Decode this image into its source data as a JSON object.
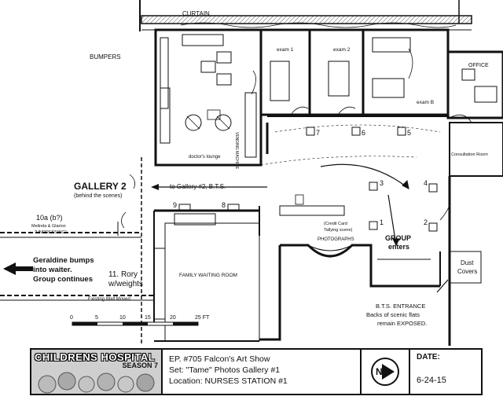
{
  "labels": {
    "curtain": "CURTAIN",
    "bumpers": "BUMPERS",
    "exam1": "exam 1",
    "exam2": "exam 2",
    "office": "OFFICE",
    "exam_b": "exam B",
    "vending": "VENDING MACHINE",
    "doctors_lounge": "doctor's lounge",
    "consultation": "Consultation Room",
    "gallery2": "GALLERY 2",
    "gallery2_sub": "(behind the scenes)",
    "to_gallery": "to Gallery #2, B.T.S.",
    "cue_10a": "10a (b?)",
    "cue_10a_sub1": "Melinda & Glarion",
    "cue_10a_sub2": "\"UNDRESSING\"",
    "credit_card1": "(Credit Card",
    "credit_card2": "Tallying scene)",
    "photographs": "PHOTOGRAPHS",
    "group_enters1": "GROUP",
    "group_enters2": "enters",
    "dust1": "Dust",
    "dust2": "Covers",
    "geraldine1": "Geraldine bumps",
    "geraldine2": "into waiter.",
    "geraldine3": "Group continues",
    "rory1": "11. Rory",
    "rory2": "w/weights",
    "family_waiting": "FAMILY WAITING ROOM",
    "existing_wall": "Existing Wall Moved",
    "bts1": "B.T.S. ENTRANCE",
    "bts2": "Backs of scenic flats",
    "bts3": "remain EXPOSED.",
    "scale_0": "0",
    "scale_5": "5",
    "scale_10": "10",
    "scale_15": "15",
    "scale_20": "20",
    "scale_25": "25 FT"
  },
  "positions": [
    "7",
    "6",
    "5",
    "3",
    "4",
    "1",
    "2",
    "9",
    "8"
  ],
  "title_block": {
    "logo_text": "CHILDRENS HOSPITAL",
    "season": "SEASON 7",
    "episode": "EP. #705 Falcon's Art Show",
    "set": "Set:  \"Tame\" Photos Gallery #1",
    "location": "Location:  NURSES STATION #1",
    "date_label": "DATE:",
    "date_value": "6-24-15",
    "north": "N"
  }
}
